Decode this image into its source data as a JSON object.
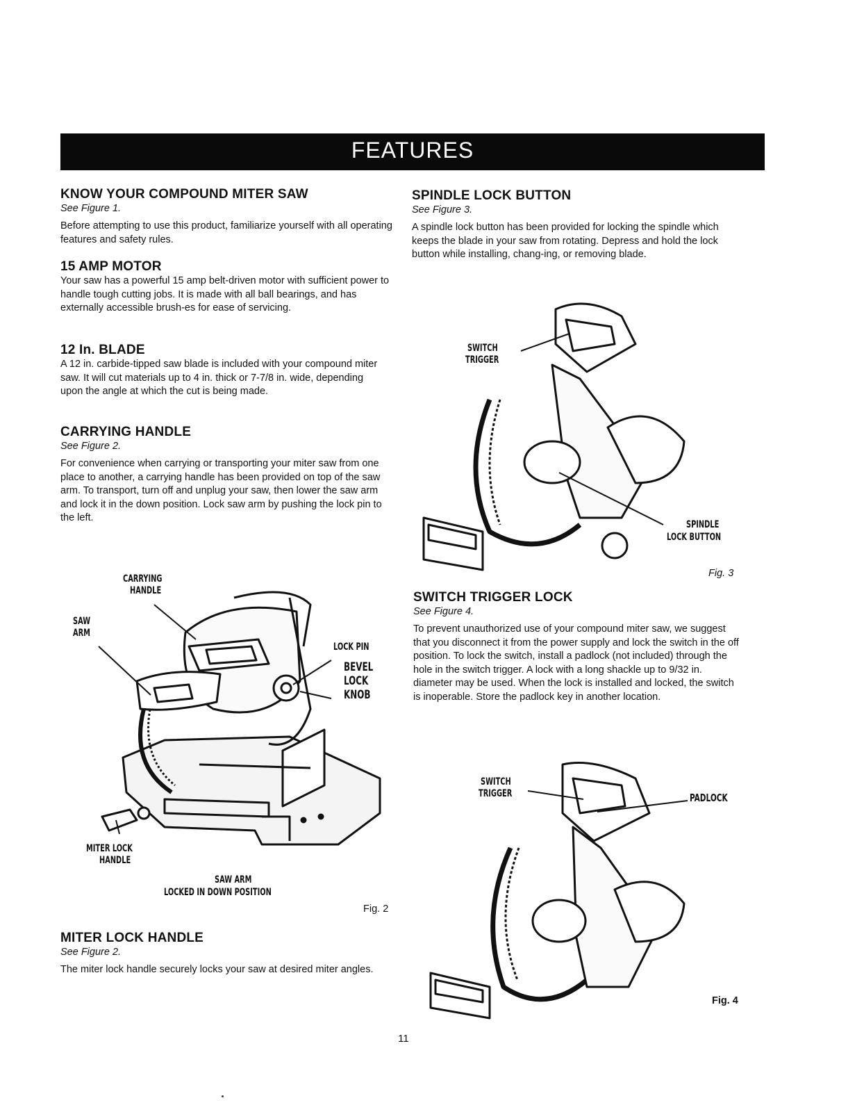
{
  "banner": {
    "title": "FEATURES"
  },
  "sections": {
    "know_saw": {
      "heading": "KNOW YOUR COMPOUND MITER SAW",
      "see": "See Figure 1.",
      "body": "Before attempting to use this product, familiarize yourself with all operating features and safety rules."
    },
    "motor": {
      "heading": "15 AMP MOTOR",
      "body": "Your saw has a powerful 15 amp belt-driven motor with sufficient power to handle tough cutting jobs. It is made with all ball bearings, and has externally accessible brush-es for ease of servicing."
    },
    "blade": {
      "heading": "12 In. BLADE",
      "body": "A 12 in. carbide-tipped saw blade is included with your compound miter saw. It will cut materials up to 4 in. thick or 7-7/8 in. wide, depending upon the angle at which the cut is being made."
    },
    "carrying_handle": {
      "heading": "CARRYING HANDLE",
      "see": "See Figure 2.",
      "body": "For convenience when carrying or transporting your miter saw from one place to another, a carrying handle has been provided on top of the saw arm. To transport, turn off and unplug your saw, then lower the saw arm and lock it in the down position. Lock saw arm by pushing the lock pin to the left."
    },
    "miter_lock": {
      "heading": "MITER LOCK HANDLE",
      "see": "See Figure 2.",
      "body": "The miter lock handle securely locks your saw at desired miter angles."
    },
    "spindle": {
      "heading": "SPINDLE LOCK BUTTON",
      "see": "See Figure 3.",
      "body": "A spindle lock button has been provided for locking the spindle which keeps the blade in your saw from rotating. Depress and hold the lock button while installing, chang-ing, or removing blade."
    },
    "switch_lock": {
      "heading": "SWITCH TRIGGER LOCK",
      "see": "See Figure 4.",
      "body": "To prevent unauthorized use of your compound miter saw, we suggest that you disconnect it from the power supply and lock the switch in the off position. To lock the switch, install a padlock (not included) through the hole in the switch trigger. A lock with a long shackle up to 9/32 in. diameter may be used. When the lock is installed and locked, the switch is inoperable. Store the padlock key in another location."
    }
  },
  "figures": {
    "fig2": {
      "label": "Fig. 2",
      "callouts": {
        "carrying_handle_1": "CARRYING",
        "carrying_handle_2": "HANDLE",
        "saw_arm_1": "SAW",
        "saw_arm_2": "ARM",
        "lock_pin": "LOCK PIN",
        "bevel_1": "BEVEL",
        "bevel_2": "LOCK",
        "bevel_3": "KNOB",
        "miter_1": "MITER LOCK",
        "miter_2": "HANDLE",
        "down_1": "SAW ARM",
        "down_2": "LOCKED IN DOWN POSITION"
      }
    },
    "fig3": {
      "label": "Fig. 3",
      "callouts": {
        "switch_1": "SWITCH",
        "switch_2": "TRIGGER",
        "spindle_1": "SPINDLE",
        "spindle_2": "LOCK BUTTON"
      }
    },
    "fig4": {
      "label": "Fig. 4",
      "callouts": {
        "switch_1": "SWITCH",
        "switch_2": "TRIGGER",
        "padlock": "PADLOCK"
      }
    }
  },
  "page_number": "11"
}
